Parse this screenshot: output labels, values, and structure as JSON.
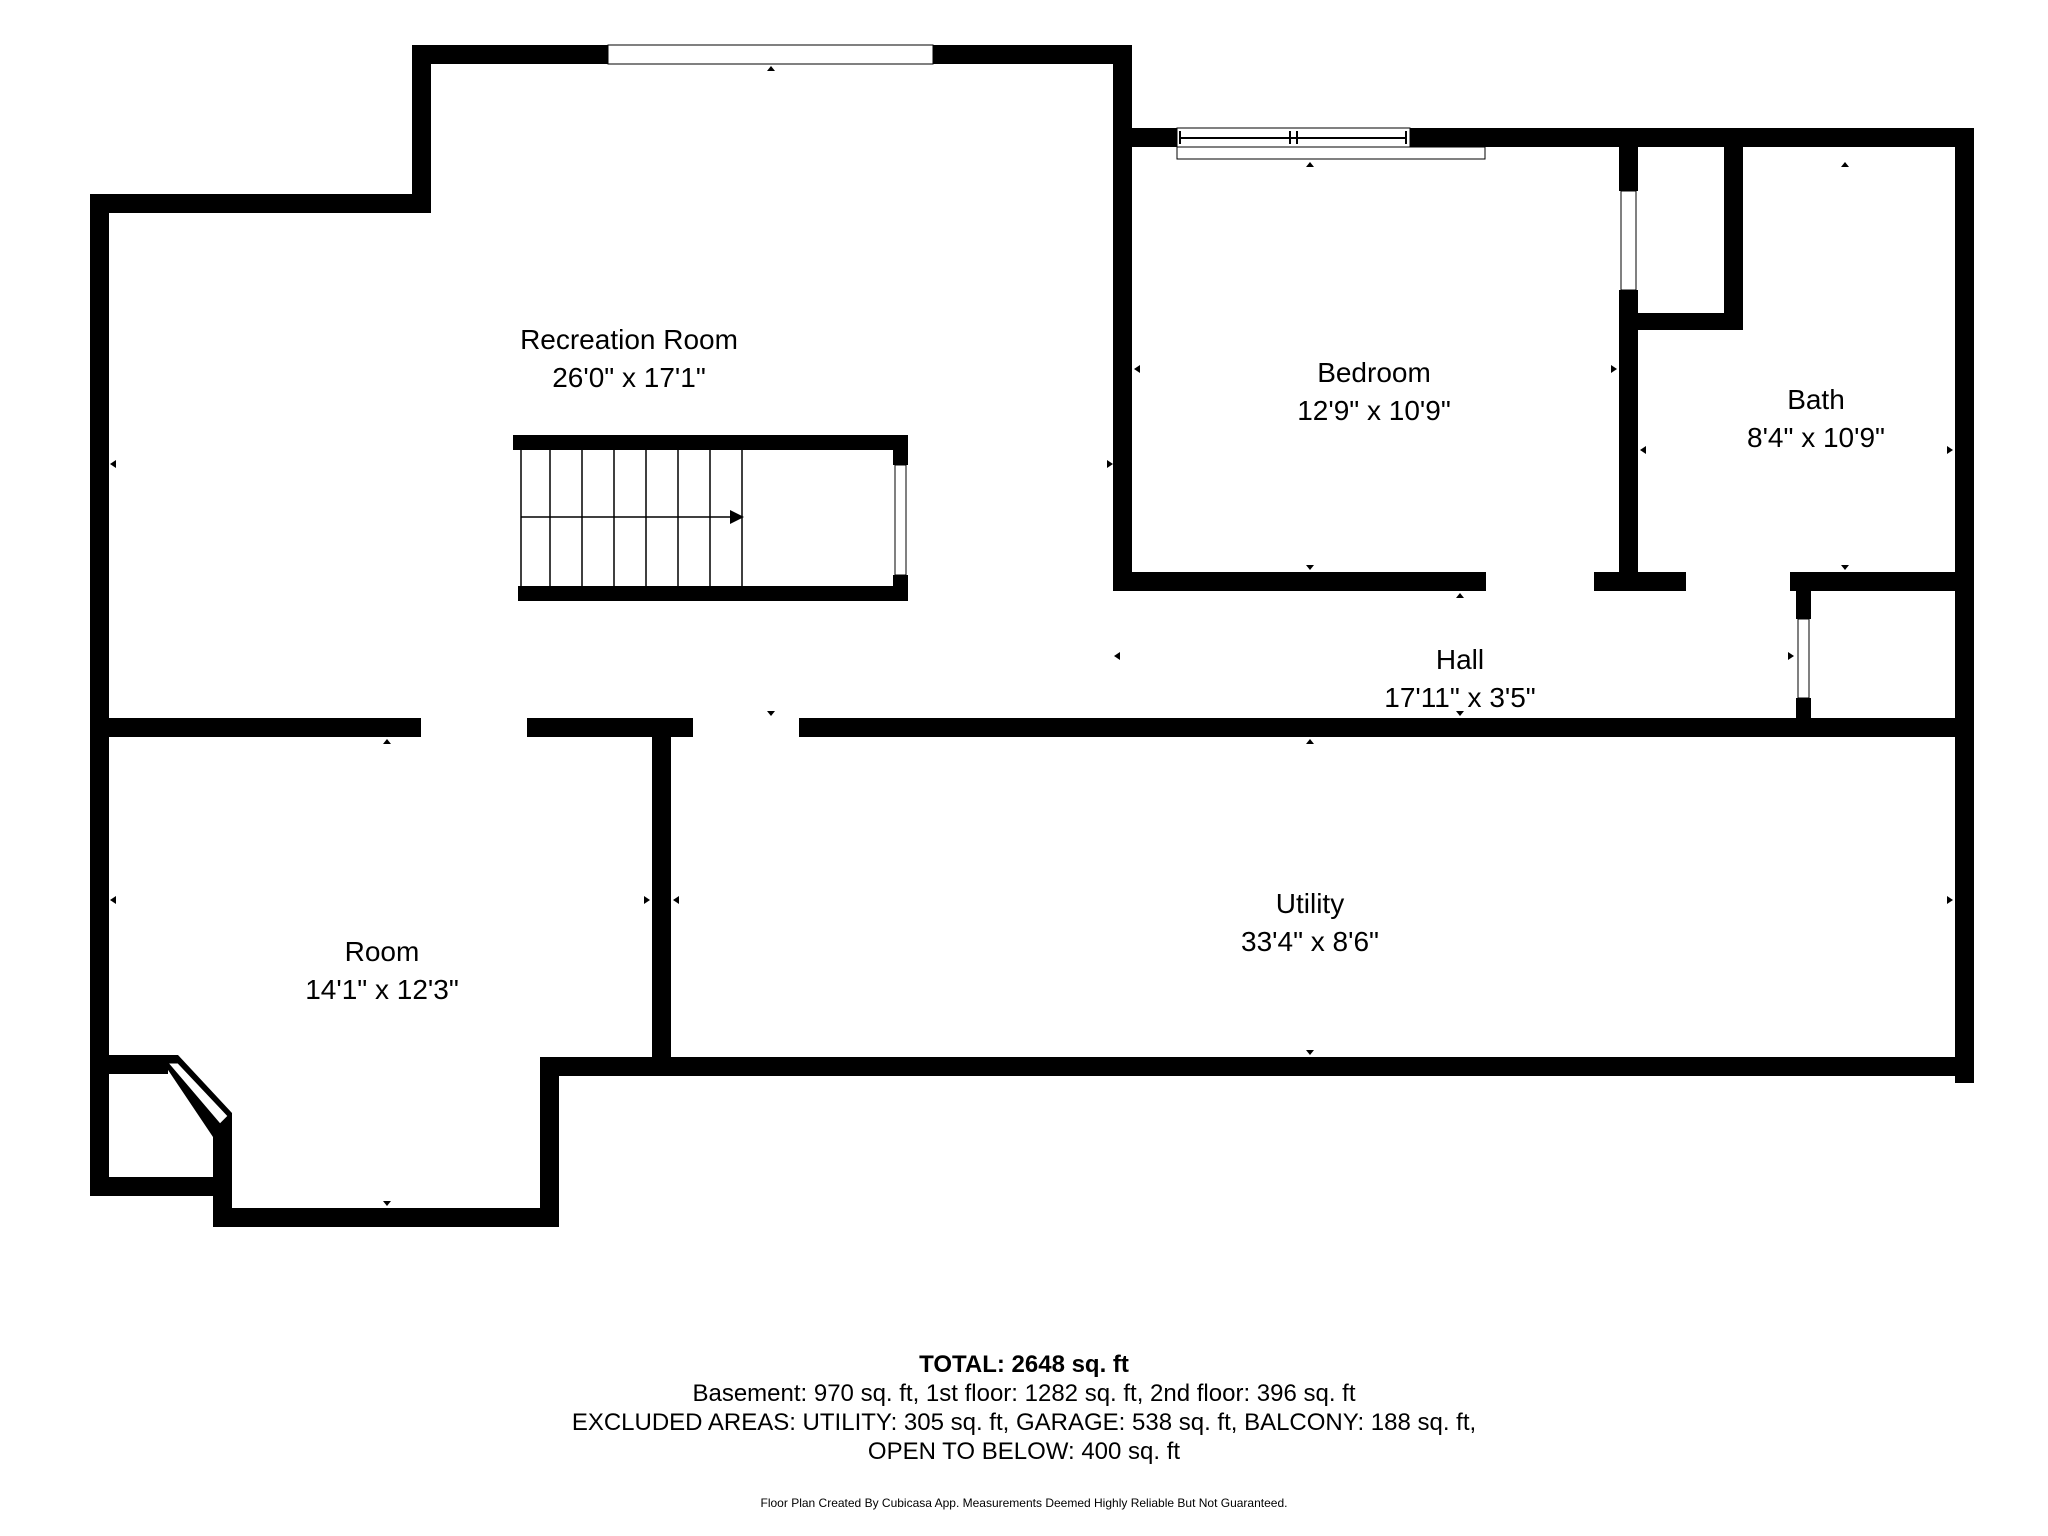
{
  "colors": {
    "wall": "#000000",
    "background": "#ffffff",
    "opening": "#ffffff"
  },
  "rooms": {
    "recreation": {
      "name": "Recreation Room",
      "dims": "26'0\" x 17'1\""
    },
    "bedroom": {
      "name": "Bedroom",
      "dims": "12'9\" x 10'9\""
    },
    "bath": {
      "name": "Bath",
      "dims": "8'4\" x 10'9\""
    },
    "hall": {
      "name": "Hall",
      "dims": "17'11\" x 3'5\""
    },
    "room": {
      "name": "Room",
      "dims": "14'1\" x 12'3\""
    },
    "utility": {
      "name": "Utility",
      "dims": "33'4\" x 8'6\""
    }
  },
  "summary": {
    "total": "TOTAL: 2648 sq. ft",
    "floors": "Basement: 970 sq. ft, 1st floor: 1282 sq. ft, 2nd floor: 396 sq. ft",
    "excluded_1": "EXCLUDED AREAS: UTILITY: 305 sq. ft, GARAGE: 538 sq. ft, BALCONY: 188 sq. ft,",
    "excluded_2": "OPEN TO BELOW: 400 sq. ft"
  },
  "credit": "Floor Plan Created By Cubicasa App. Measurements Deemed Highly Reliable But Not Guaranteed."
}
